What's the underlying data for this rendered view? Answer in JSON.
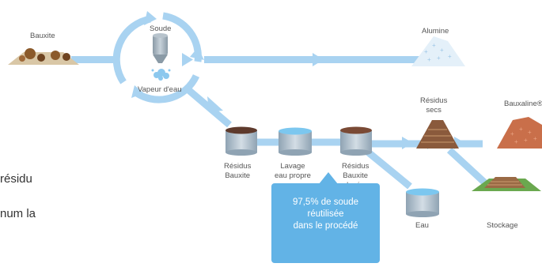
{
  "labels": {
    "bauxite": "Bauxite",
    "soude": "Soude",
    "vapeur": "Vapeur d'eau",
    "alumine": "Alumine",
    "residus_secs": "Résidus\nsecs",
    "bauxaline": "Bauxaline®",
    "residus_bauxite": "Résidus\nBauxite",
    "lavage": "Lavage\neau propre",
    "residus_laves": "Résidus\nBauxite\nlavés",
    "eau": "Eau",
    "stockage": "Stockage"
  },
  "callout": {
    "text": "97,5% de soude\nréutilisée\ndans le procédé"
  },
  "side_text": {
    "line1": "résidu",
    "line2": "num la"
  },
  "colors": {
    "flow": "#a9d3f1",
    "bauxite_rock": "#8b5a2b",
    "residue_brown": "#7a4a35",
    "clean_water": "#7cc7ef",
    "bauxaline": "#c96f4a",
    "storage_green": "#6aa84f",
    "callout": "#62b3e6"
  }
}
